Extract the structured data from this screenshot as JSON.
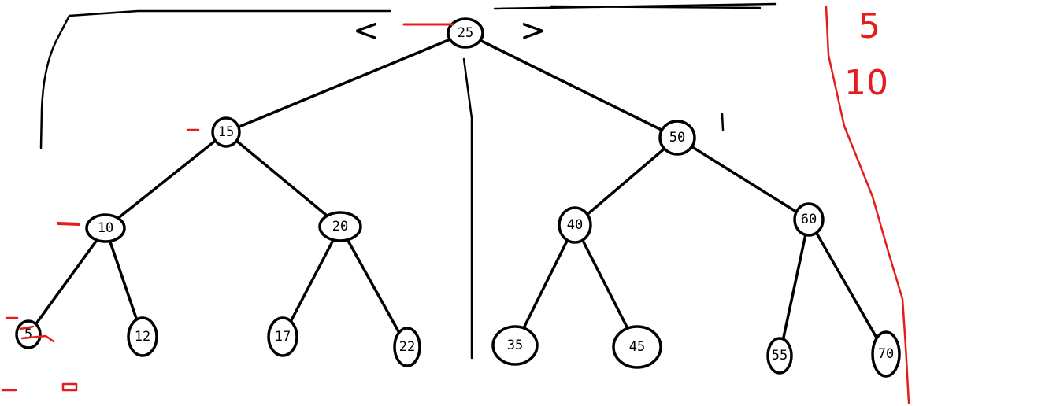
{
  "tree": {
    "nodes": [
      {
        "id": "n25",
        "label": "25"
      },
      {
        "id": "n15",
        "label": "15"
      },
      {
        "id": "n50",
        "label": "50"
      },
      {
        "id": "n10",
        "label": "10"
      },
      {
        "id": "n20",
        "label": "20"
      },
      {
        "id": "n40",
        "label": "40"
      },
      {
        "id": "n60",
        "label": "60"
      },
      {
        "id": "n5",
        "label": "5"
      },
      {
        "id": "n12",
        "label": "12"
      },
      {
        "id": "n17",
        "label": "17"
      },
      {
        "id": "n22",
        "label": "22"
      },
      {
        "id": "n35",
        "label": "35"
      },
      {
        "id": "n45",
        "label": "45"
      },
      {
        "id": "n55",
        "label": "55"
      },
      {
        "id": "n70",
        "label": "70"
      }
    ],
    "edges": [
      [
        "n25",
        "n15"
      ],
      [
        "n25",
        "n50"
      ],
      [
        "n15",
        "n10"
      ],
      [
        "n15",
        "n20"
      ],
      [
        "n50",
        "n40"
      ],
      [
        "n50",
        "n60"
      ],
      [
        "n10",
        "n5"
      ],
      [
        "n10",
        "n12"
      ],
      [
        "n20",
        "n17"
      ],
      [
        "n20",
        "n22"
      ],
      [
        "n40",
        "n35"
      ],
      [
        "n40",
        "n45"
      ],
      [
        "n60",
        "n55"
      ],
      [
        "n60",
        "n70"
      ]
    ]
  },
  "annotations": {
    "less_than": "<",
    "greater_than": ">",
    "side_top": "5",
    "side_bottom": "10"
  },
  "colors": {
    "ink": "#000000",
    "highlight": "#e51c1c"
  }
}
